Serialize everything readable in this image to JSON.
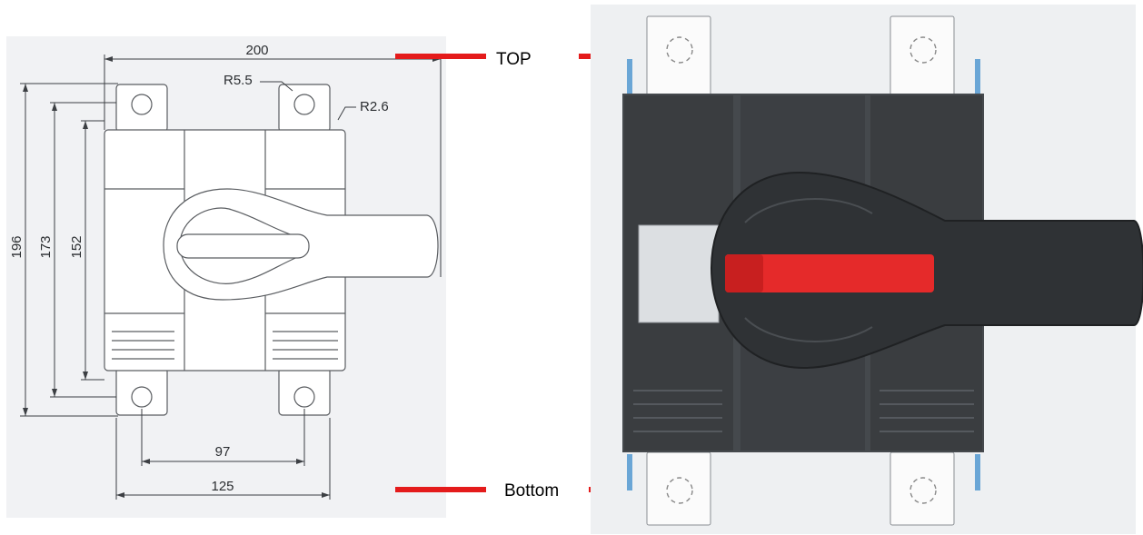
{
  "dimensions": {
    "width_total": "200",
    "height_total": "196",
    "height_mounting": "173",
    "height_body": "152",
    "hole_pitch": "97",
    "base_width": "125",
    "radius_hole": "R5.5",
    "radius_corner": "R2.6"
  },
  "labels": {
    "top": "TOP",
    "bottom": "Bottom"
  },
  "colors": {
    "marker": "#e41b1b",
    "handle_accent": "#e52a2a",
    "body_dark": "#3a3d40",
    "drawing_bg": "#f1f2f4",
    "render_bg": "#eef0f2"
  }
}
